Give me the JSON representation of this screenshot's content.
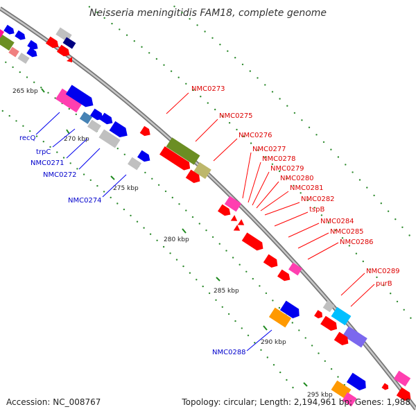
{
  "title": "Neisseria meningitidis FAM18, complete genome",
  "colors": {
    "backbone": "#9a9a9a",
    "forward_red": "#ff0000",
    "reverse_blue": "#0000ee",
    "tick_green": "#228b22",
    "label_red": "#dd0000",
    "label_blue": "#0000cc"
  },
  "scale_labels": [
    "265 kbp",
    "270 kbp",
    "275 kbp",
    "280 kbp",
    "285 kbp",
    "290 kbp",
    "295 kbp"
  ],
  "forward_gene_labels": [
    "NMC0273",
    "NMC0275",
    "NMC0276",
    "NMC0277",
    "NMC0278",
    "NMC0279",
    "NMC0280",
    "NMC0281",
    "NMC0282",
    "tspB",
    "NMC0284",
    "NMC0285",
    "NMC0286",
    "NMC0289",
    "purB"
  ],
  "reverse_gene_labels": [
    "recQ",
    "trpC",
    "NMC0271",
    "NMC0272",
    "NMC0274",
    "NMC0288"
  ],
  "footer": {
    "accession": "Accession: NC_008767",
    "topology": "Topology: circular; Length: 2,194,961 bp; Genes: 1,988"
  }
}
